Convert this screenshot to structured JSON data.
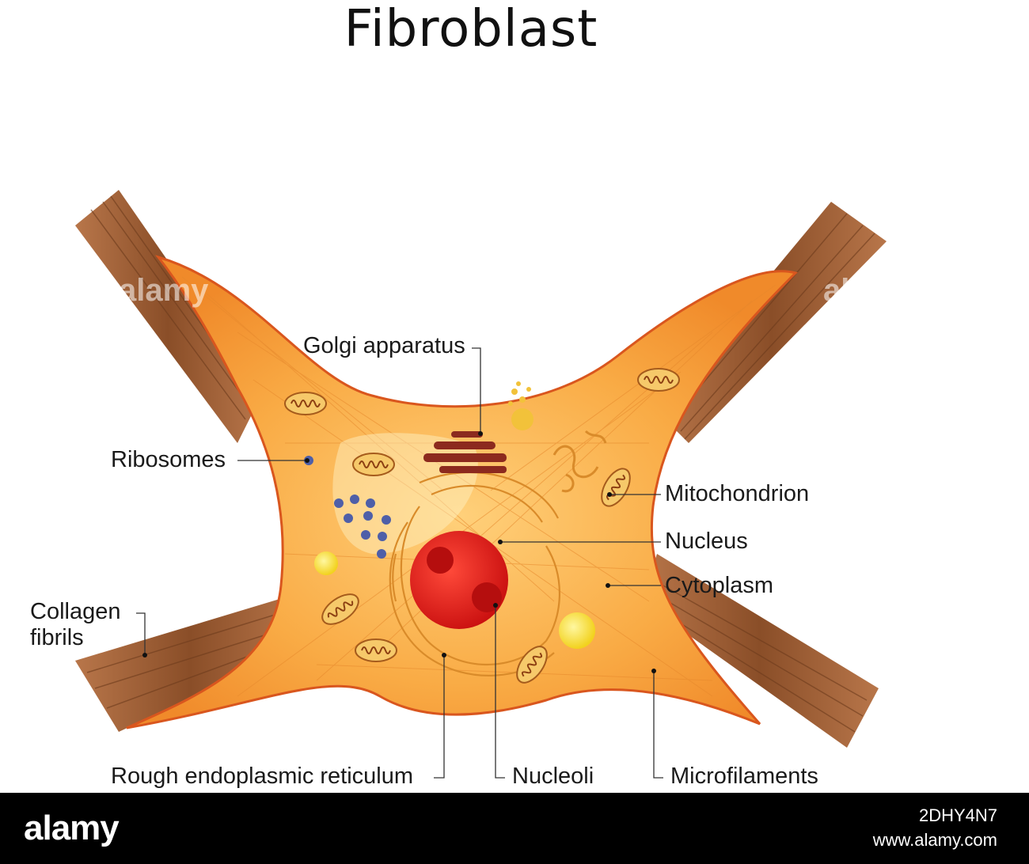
{
  "title": "Fibroblast",
  "labels": {
    "golgi": "Golgi apparatus",
    "ribosomes": "Ribosomes",
    "mitochondrion": "Mitochondrion",
    "nucleus": "Nucleus",
    "cytoplasm": "Cytoplasm",
    "collagen": "Collagen",
    "fibrils": "fibrils",
    "rough_er": "Rough endoplasmic reticulum",
    "nucleoli": "Nucleoli",
    "microfilaments": "Microfilaments"
  },
  "footer": {
    "logo": "alamy",
    "image_id": "2DHY4N7",
    "site": "www.alamy.com"
  },
  "watermark": "alamy",
  "colors": {
    "cell": "#f7a640",
    "cell_edge": "#d9561e",
    "collagen": "#9b5a32",
    "nucleus": "#e01818",
    "nucleolus": "#b50e0e",
    "golgi": "#8c2a1e",
    "ribosome": "#4e5fa8",
    "vesicle": "#f6e040"
  }
}
